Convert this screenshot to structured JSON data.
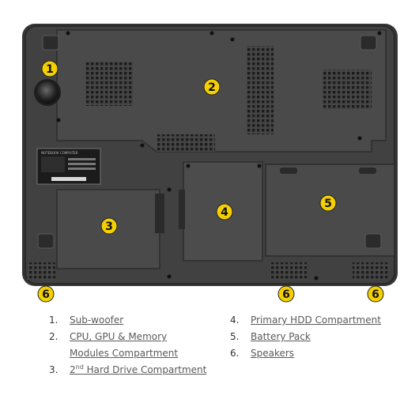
{
  "diagram": {
    "callouts": [
      "1",
      "2",
      "3",
      "4",
      "5",
      "6",
      "6",
      "6"
    ],
    "label_lines": [
      "NOTEBOOK COMPUTER"
    ]
  },
  "legend": [
    {
      "num": "1.",
      "text": "Sub-woofer"
    },
    {
      "num": "2.",
      "text": "CPU, GPU & Memory",
      "text2": "Modules Compartment"
    },
    {
      "num": "3.",
      "text_pre": "2",
      "text_sup": "nd",
      "text_post": " Hard Drive Compartment"
    },
    {
      "num": "4.",
      "text": "Primary HDD Compartment"
    },
    {
      "num": "5.",
      "text": "Battery Pack"
    },
    {
      "num": "6.",
      "text": "Speakers"
    }
  ],
  "colors": {
    "badge": "#f4d000",
    "chassis": "#3d3d3d",
    "panel": "#4c4c4c"
  }
}
